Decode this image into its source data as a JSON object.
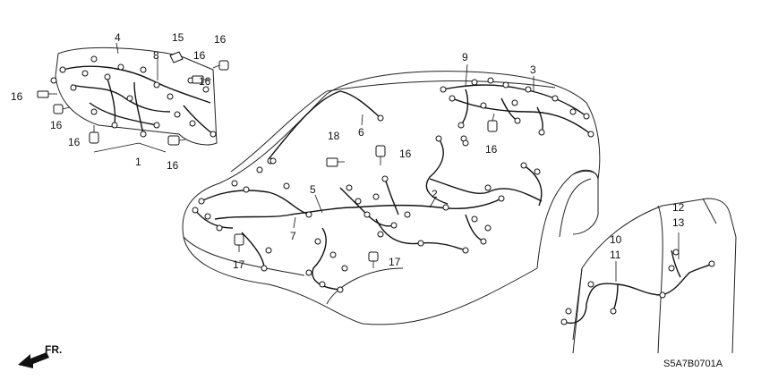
{
  "diagram": {
    "part_code": "S5A7B0701A",
    "front_label": "FR.",
    "colors": {
      "line": "#111111",
      "background": "#ffffff"
    },
    "callouts": [
      {
        "id": "c1",
        "label": "1"
      },
      {
        "id": "c2",
        "label": "2"
      },
      {
        "id": "c3",
        "label": "3"
      },
      {
        "id": "c4",
        "label": "4"
      },
      {
        "id": "c5",
        "label": "5"
      },
      {
        "id": "c6",
        "label": "6"
      },
      {
        "id": "c7",
        "label": "7"
      },
      {
        "id": "c8",
        "label": "8"
      },
      {
        "id": "c9",
        "label": "9"
      },
      {
        "id": "c10",
        "label": "10"
      },
      {
        "id": "c11",
        "label": "11"
      },
      {
        "id": "c12",
        "label": "12"
      },
      {
        "id": "c13",
        "label": "13"
      },
      {
        "id": "c15",
        "label": "15"
      },
      {
        "id": "c16a",
        "label": "16"
      },
      {
        "id": "c16b",
        "label": "16"
      },
      {
        "id": "c16c",
        "label": "16"
      },
      {
        "id": "c16d",
        "label": "16"
      },
      {
        "id": "c16e",
        "label": "16"
      },
      {
        "id": "c16f",
        "label": "16"
      },
      {
        "id": "c16g",
        "label": "16"
      },
      {
        "id": "c16h",
        "label": "16"
      },
      {
        "id": "c16i",
        "label": "16"
      },
      {
        "id": "c17a",
        "label": "17"
      },
      {
        "id": "c17b",
        "label": "17"
      },
      {
        "id": "c18",
        "label": "18"
      }
    ]
  }
}
